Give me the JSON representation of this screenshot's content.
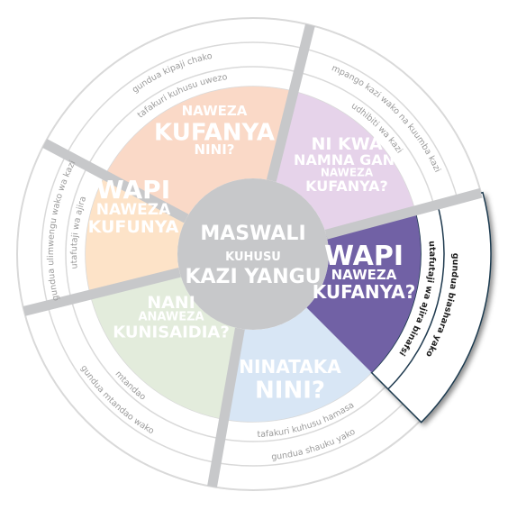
{
  "colors": {
    "background": "#ffffff",
    "ring_stroke": "#d9d9d9",
    "spokes": "#c7c8ca",
    "center": "#c7c8ca",
    "text_faded": "#9a9a9a",
    "text_active": "#1f1f1f",
    "active_ring_stroke": "#1f3a4f",
    "seg_top": "#fad9c7",
    "seg_right_top": "#e6d3ea",
    "seg_right": "#7161a5",
    "seg_bottom": "#d8e6f5",
    "seg_left_bottom": "#e3ecdc",
    "seg_left": "#fde3c8"
  },
  "center": {
    "line1": "MASWALI",
    "line2": "KUHUSU",
    "line3": "KAZI YANGU"
  },
  "segments": [
    {
      "id": "top",
      "active": false,
      "question": [
        "NAWEZA",
        "KUFANYA",
        "NINI?"
      ],
      "inner_ring": "tafakuri kuhusu uwezo",
      "outer_ring": "gundua kipaji chako"
    },
    {
      "id": "right-top",
      "active": false,
      "question": [
        "NI KWA",
        "NAMNA GANI",
        "NAWEZA",
        "KUFANYA?"
      ],
      "inner_ring": "udhibiti wa kazi",
      "outer_ring": "mpango kazi wako na kuumba kazi"
    },
    {
      "id": "right",
      "active": true,
      "question": [
        "WAPI",
        "NAWEZA",
        "KUFANYA?"
      ],
      "inner_ring": "utafutaji wa ajira binafsi",
      "outer_ring": "gundua biashara yako"
    },
    {
      "id": "bottom",
      "active": false,
      "question": [
        "NINATAKA",
        "NINI?"
      ],
      "inner_ring": "tafakuri kuhusu hamasa",
      "outer_ring": "gundua shauku yako"
    },
    {
      "id": "left-bottom",
      "active": false,
      "question": [
        "NANI",
        "ANAWEZA",
        "KUNISAIDIA?"
      ],
      "inner_ring": "mtandao",
      "outer_ring": "gundua mtandao wako"
    },
    {
      "id": "left",
      "active": false,
      "question": [
        "WAPI",
        "NAWEZA",
        "KUFUNYA"
      ],
      "inner_ring": "utafutaji wa ajira",
      "outer_ring": "gundua ulimwengu wako wa kazi"
    }
  ]
}
